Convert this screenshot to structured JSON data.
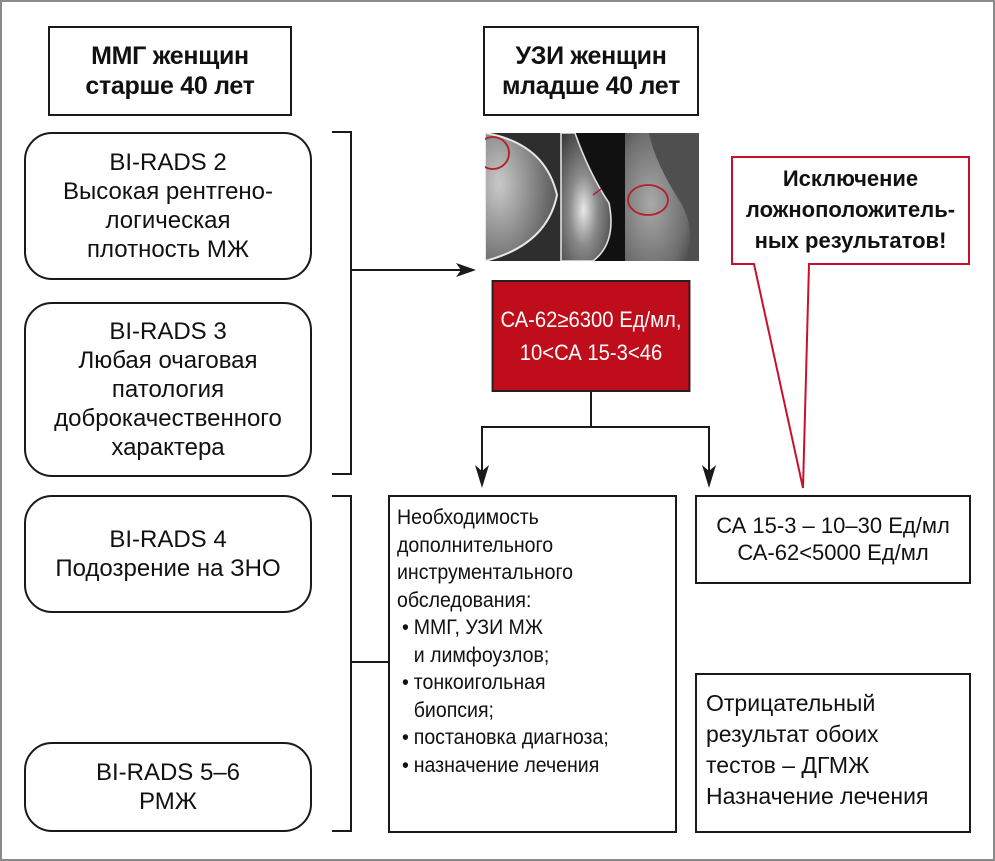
{
  "headers": {
    "mmg": [
      "ММГ женщин",
      "старше 40 лет"
    ],
    "uzi": [
      "УЗИ женщин",
      "младше 40 лет"
    ]
  },
  "birads_boxes": [
    {
      "title": "BI-RADS 2",
      "lines": [
        "Высокая рентгено-",
        "логическая",
        "плотность МЖ"
      ]
    },
    {
      "title": "BI-RADS 3",
      "lines": [
        "Любая очаговая",
        "патология",
        "доброкачественного",
        "характера"
      ]
    },
    {
      "title": "BI-RADS 4",
      "lines": [
        "Подозрение на ЗНО"
      ]
    },
    {
      "title": "BI-RADS 5–6",
      "lines": [
        "РМЖ"
      ]
    }
  ],
  "image": {
    "description": "mammography-images",
    "panels": 3
  },
  "marker_box": {
    "lines": [
      "СА-62≥6300 Ед/мл,",
      "10<СА 15-3<46"
    ],
    "color": "#c00d1b"
  },
  "callout": {
    "lines": [
      "Исключение",
      "ложноположитель-",
      "ных результатов!"
    ],
    "color": "#c8102e"
  },
  "exam_box": {
    "intro": [
      "Необходимость",
      "дополнительного",
      "инструментального",
      "обследования:"
    ],
    "bullets": [
      [
        "ММГ, УЗИ МЖ",
        "и лимфоузлов;"
      ],
      [
        "тонкоигольная",
        "биопсия;"
      ],
      [
        "постановка диагноза;"
      ],
      [
        "назначение лечения"
      ]
    ],
    "bullet_glyph": "•"
  },
  "normal_box": {
    "lines": [
      "СА 15-3 – 10–30 Ед/мл",
      "СА-62<5000 Ед/мл"
    ]
  },
  "negative_box": {
    "lines": [
      "Отрицательный",
      "результат обоих",
      "тестов – ДГМЖ",
      "Назначение лечения"
    ]
  }
}
